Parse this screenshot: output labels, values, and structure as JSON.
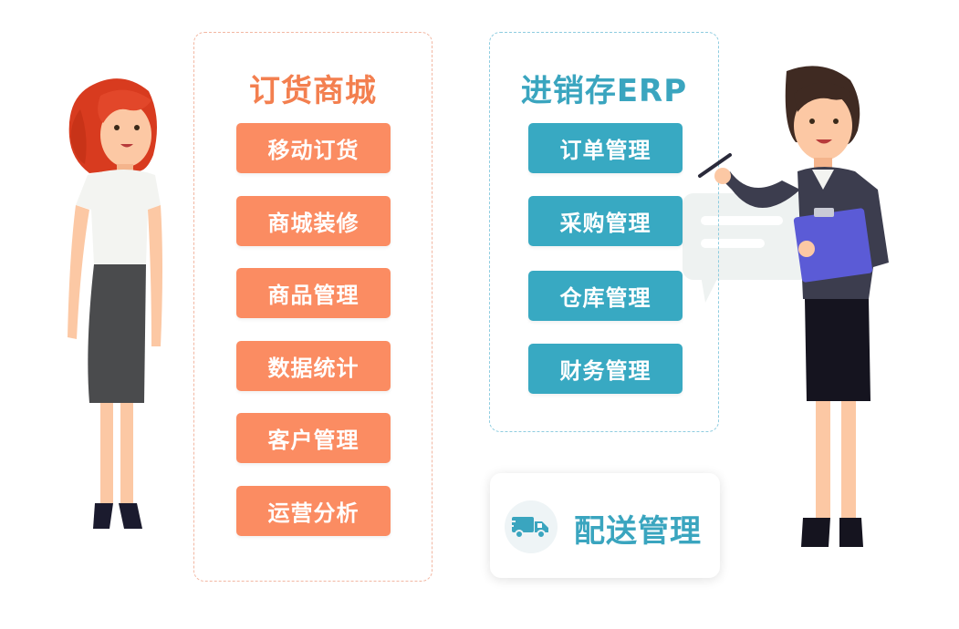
{
  "left_panel": {
    "title": "订货商城",
    "items": [
      "移动订货",
      "商城装修",
      "商品管理",
      "数据统计",
      "客户管理",
      "运营分析"
    ]
  },
  "right_panel": {
    "title": "进销存ERP",
    "items": [
      "订单管理",
      "采购管理",
      "仓库管理",
      "财务管理"
    ]
  },
  "delivery": {
    "label": "配送管理",
    "icon": "truck-icon"
  },
  "colors": {
    "orange_accent": "#f37f4f",
    "orange_button": "#fb8c62",
    "teal_accent": "#3aa5bf",
    "teal_button": "#38a9c2"
  },
  "illustrations": [
    "woman-red-hair-illustration",
    "woman-with-clipboard-illustration"
  ]
}
